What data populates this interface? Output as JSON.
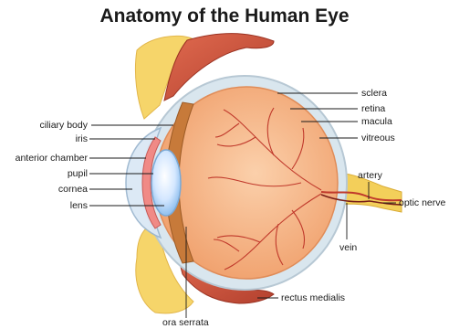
{
  "title": "Anatomy of the Human Eye",
  "labels": {
    "ciliary_body": "ciliary body",
    "iris": "iris",
    "anterior_chamber": "anterior chamber",
    "pupil": "pupil",
    "cornea": "cornea",
    "lens": "lens",
    "sclera": "sclera",
    "retina": "retina",
    "macula": "macula",
    "vitreous": "vitreous",
    "artery": "artery",
    "optic_nerve": "optic nerve",
    "vein": "vein",
    "rectus_medialis": "rectus medialis",
    "ora_serrata": "ora serrata"
  },
  "colors": {
    "sclera": "#d9e6ee",
    "vitreous": "#f6b38a",
    "lens": "#dcecff",
    "iris": "#f08a86",
    "fat": "#f6d56a",
    "muscle": "#c9503c",
    "vessel": "#c0392b",
    "nerve": "#f3cf5a"
  }
}
